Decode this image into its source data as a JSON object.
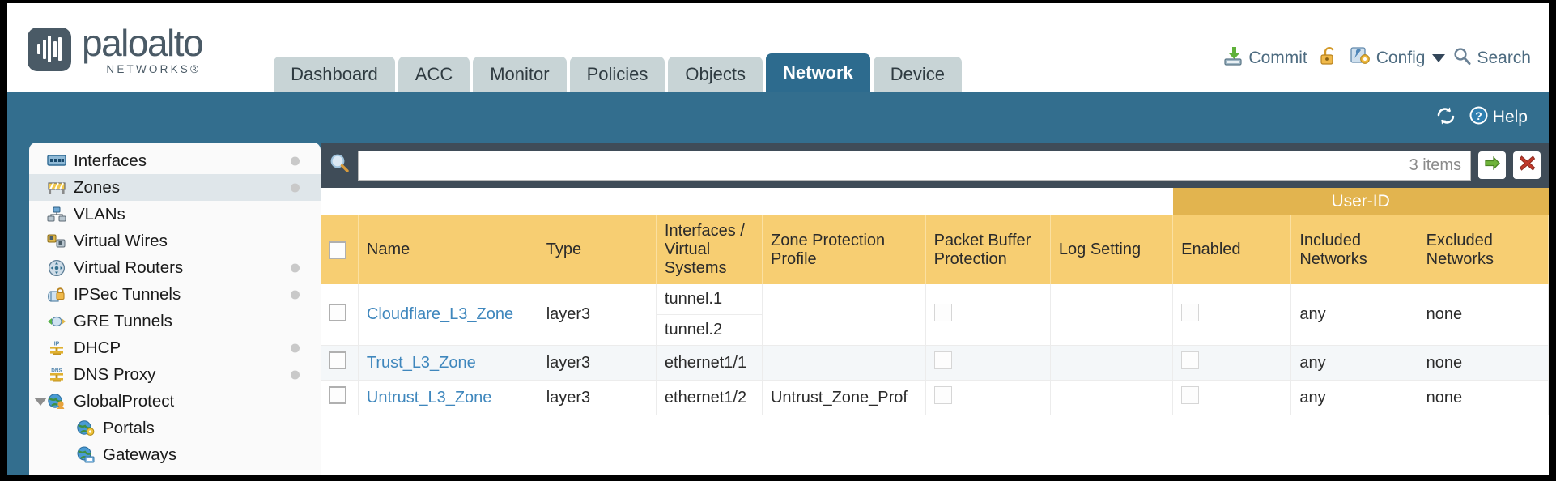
{
  "brand": {
    "name": "paloalto",
    "tagline": "NETWORKS",
    "registered": "®"
  },
  "nav": {
    "tabs": [
      {
        "label": "Dashboard",
        "active": false
      },
      {
        "label": "ACC",
        "active": false
      },
      {
        "label": "Monitor",
        "active": false
      },
      {
        "label": "Policies",
        "active": false
      },
      {
        "label": "Objects",
        "active": false
      },
      {
        "label": "Network",
        "active": true
      },
      {
        "label": "Device",
        "active": false
      }
    ]
  },
  "top_actions": {
    "commit": "Commit",
    "config": "Config",
    "search": "Search",
    "lock_icon": "unlocked-padlock-icon",
    "commit_icon": "commit-save-icon",
    "config_icon": "config-wrench-gear-icon",
    "search_icon": "search-magnifier-icon"
  },
  "blue_strip": {
    "refresh_icon": "refresh-icon",
    "help": "Help",
    "help_icon": "help-question-icon"
  },
  "sidebar": {
    "items": [
      {
        "label": "Interfaces",
        "icon": "interfaces-icon",
        "dot": true,
        "child": false,
        "selected": false,
        "expander": false
      },
      {
        "label": "Zones",
        "icon": "zones-icon",
        "dot": true,
        "child": false,
        "selected": true,
        "expander": false
      },
      {
        "label": "VLANs",
        "icon": "vlans-icon",
        "dot": false,
        "child": false,
        "selected": false,
        "expander": false
      },
      {
        "label": "Virtual Wires",
        "icon": "virtual-wires-icon",
        "dot": false,
        "child": false,
        "selected": false,
        "expander": false
      },
      {
        "label": "Virtual Routers",
        "icon": "virtual-routers-icon",
        "dot": true,
        "child": false,
        "selected": false,
        "expander": false
      },
      {
        "label": "IPSec Tunnels",
        "icon": "ipsec-tunnels-icon",
        "dot": true,
        "child": false,
        "selected": false,
        "expander": false
      },
      {
        "label": "GRE Tunnels",
        "icon": "gre-tunnels-icon",
        "dot": false,
        "child": false,
        "selected": false,
        "expander": false
      },
      {
        "label": "DHCP",
        "icon": "dhcp-icon",
        "dot": true,
        "child": false,
        "selected": false,
        "expander": false
      },
      {
        "label": "DNS Proxy",
        "icon": "dns-proxy-icon",
        "dot": true,
        "child": false,
        "selected": false,
        "expander": false
      },
      {
        "label": "GlobalProtect",
        "icon": "globalprotect-icon",
        "dot": false,
        "child": false,
        "selected": false,
        "expander": true
      },
      {
        "label": "Portals",
        "icon": "portals-icon",
        "dot": false,
        "child": true,
        "selected": false,
        "expander": false
      },
      {
        "label": "Gateways",
        "icon": "gateways-icon",
        "dot": false,
        "child": true,
        "selected": false,
        "expander": false
      }
    ]
  },
  "search": {
    "value": "",
    "placeholder": "",
    "items_count": "3 items",
    "apply_icon": "green-arrow-apply-icon",
    "clear_icon": "red-x-clear-icon"
  },
  "table": {
    "group_header": "User-ID",
    "columns": [
      "Name",
      "Type",
      "Interfaces / Virtual Systems",
      "Zone Protection Profile",
      "Packet Buffer Protection",
      "Log Setting",
      "Enabled",
      "Included Networks",
      "Excluded Networks"
    ],
    "rows": [
      {
        "selected": false,
        "name": "Cloudflare_L3_Zone",
        "type": "layer3",
        "interfaces": [
          "tunnel.1",
          "tunnel.2"
        ],
        "zone_protection_profile": "",
        "packet_buffer_protection": false,
        "log_setting": "",
        "userid_enabled": false,
        "included_networks": "any",
        "excluded_networks": "none"
      },
      {
        "selected": false,
        "name": "Trust_L3_Zone",
        "type": "layer3",
        "interfaces": [
          "ethernet1/1"
        ],
        "zone_protection_profile": "",
        "packet_buffer_protection": false,
        "log_setting": "",
        "userid_enabled": false,
        "included_networks": "any",
        "excluded_networks": "none"
      },
      {
        "selected": false,
        "name": "Untrust_L3_Zone",
        "type": "layer3",
        "interfaces": [
          "ethernet1/2"
        ],
        "zone_protection_profile": "Untrust_Zone_Prof",
        "packet_buffer_protection": false,
        "log_setting": "",
        "userid_enabled": false,
        "included_networks": "any",
        "excluded_networks": "none"
      }
    ]
  },
  "colors": {
    "brand_blue": "#336e8e",
    "active_tab": "#2d6b8e",
    "tab_grey": "#c8d4d6",
    "header_gold": "#f7ce72",
    "group_gold": "#e2b44f",
    "panel_dark": "#3f4c58",
    "link_blue": "#3f87bd"
  }
}
